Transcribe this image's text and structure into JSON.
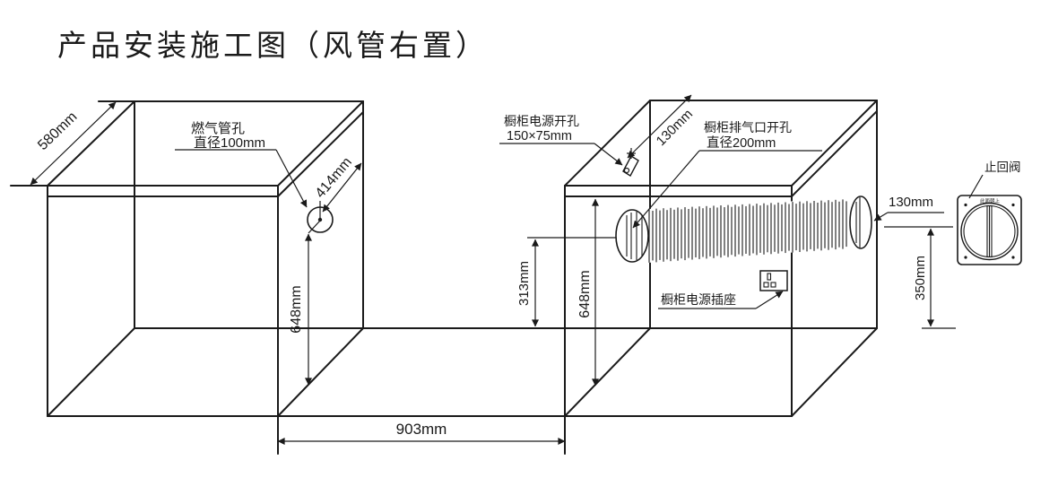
{
  "title": "产品安装施工图（风管右置）",
  "colors": {
    "ink": "#1a1a1a",
    "background": "#ffffff"
  },
  "diagram": {
    "left_cabinet": {
      "depth_dim": "580mm",
      "gas_hole_label_line1": "燃气管孔",
      "gas_hole_label_line2": "直径100mm",
      "hole_offset_dim": "414mm",
      "height_dim": "648mm"
    },
    "gap": {
      "width_dim": "903mm"
    },
    "right_cabinet": {
      "power_cutout_label_line1": "橱柜电源开孔",
      "power_cutout_label_line2": "150×75mm",
      "cutout_offset_dim": "130mm",
      "exhaust_label_line1": "橱柜排气口开孔",
      "exhaust_label_line2": "直径200mm",
      "duct_center_dim": "313mm",
      "height_dim": "648mm",
      "socket_label": "橱柜电源插座"
    },
    "right_side": {
      "duct_extension_dim": "130mm",
      "valve_height_dim": "350mm",
      "check_valve_label": "止回阀",
      "check_valve_marking": "此面朝上"
    }
  }
}
